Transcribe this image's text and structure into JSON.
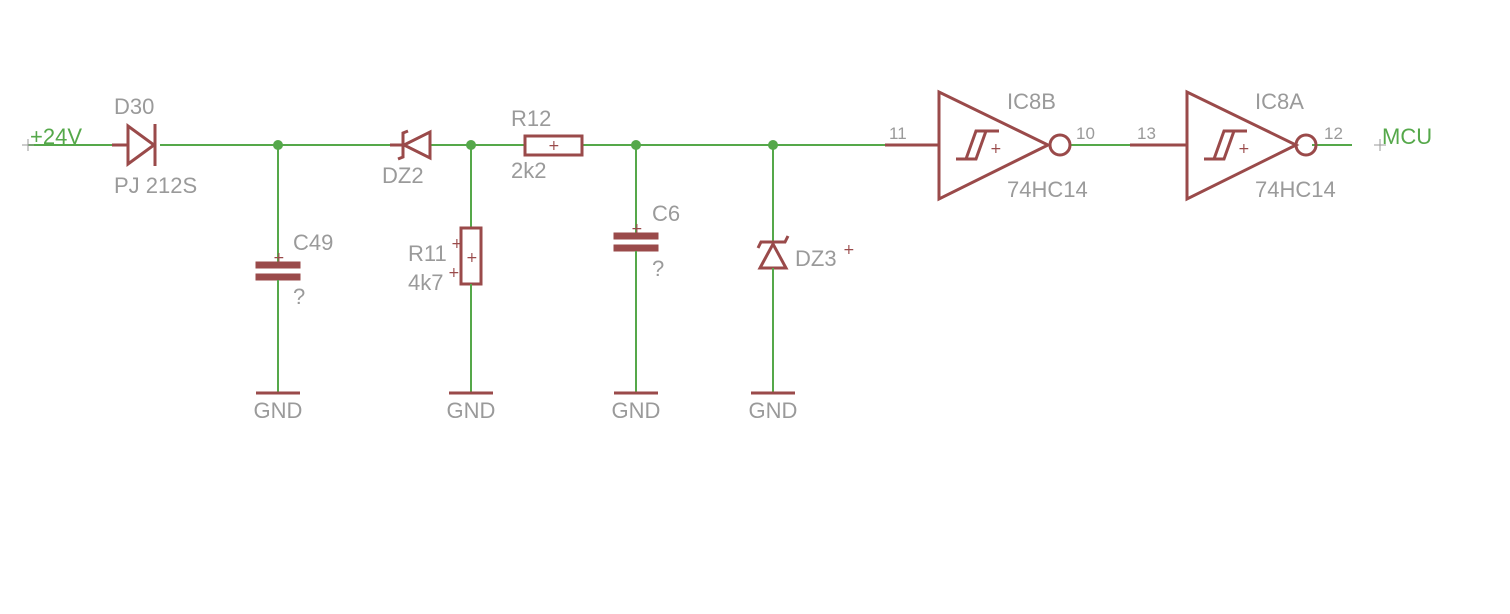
{
  "nets": {
    "input": "+24V",
    "output": "MCU"
  },
  "d30": {
    "name": "D30",
    "value": "PJ 212S"
  },
  "c49": {
    "name": "C49",
    "value": "?"
  },
  "dz2": {
    "name": "DZ2"
  },
  "r11": {
    "name": "R11",
    "value": "4k7"
  },
  "r12": {
    "name": "R12",
    "value": "2k2"
  },
  "c6": {
    "name": "C6",
    "value": "?"
  },
  "dz3": {
    "name": "DZ3"
  },
  "ic8b": {
    "name": "IC8B",
    "value": "74HC14",
    "pin_in": "11",
    "pin_out": "10"
  },
  "ic8a": {
    "name": "IC8A",
    "value": "74HC14",
    "pin_in": "13",
    "pin_out": "12"
  },
  "gnd_label": "GND"
}
